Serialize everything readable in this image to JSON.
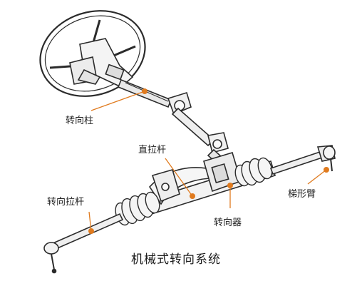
{
  "diagram": {
    "caption": "机械式转向系统",
    "labels": {
      "steering_column": "转向柱",
      "drag_link": "直拉杆",
      "tie_rod": "转向拉杆",
      "steering_gear": "转向器",
      "steering_arm": "梯形臂"
    },
    "colors": {
      "leader_line": "#e07b1f",
      "marker_dot": "#e07b1f",
      "ink": "#2b2b2b"
    }
  }
}
